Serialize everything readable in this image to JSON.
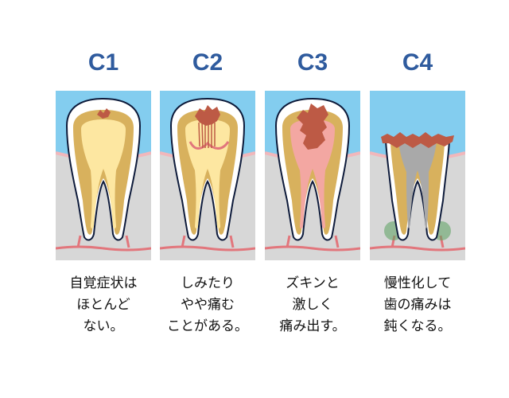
{
  "colors": {
    "label": "#2f5b9e",
    "sky": "#83cdef",
    "gum": "#d7d7d7",
    "gum_edge": "#f1b7bb",
    "enamel": "#ffffff",
    "outline": "#0d1a3a",
    "dentin": "#d8b15d",
    "pulp": "#fde7a1",
    "nerve": "#e2767c",
    "decay": "#bd5a45",
    "pain_pulp": "#f3a7a2",
    "dead_pulp": "#a9a9a9",
    "infection": "#5aa05e"
  },
  "stages": [
    {
      "label": "C1",
      "caption": [
        "自覚症状は",
        "ほとんど",
        "ない。"
      ],
      "icons": [
        "tooth-icon",
        "small-cavity-icon"
      ]
    },
    {
      "label": "C2",
      "caption": [
        "しみたり",
        "やや痛む",
        "ことがある。"
      ],
      "icons": [
        "tooth-icon",
        "dentin-cavity-icon"
      ]
    },
    {
      "label": "C3",
      "caption": [
        "ズキンと",
        "激しく",
        "痛み出す。"
      ],
      "icons": [
        "tooth-icon",
        "pulp-cavity-icon"
      ]
    },
    {
      "label": "C4",
      "caption": [
        "慢性化して",
        "歯の痛みは",
        "鈍くなる。"
      ],
      "icons": [
        "tooth-icon",
        "crown-lost-icon",
        "root-infection-icon"
      ]
    }
  ]
}
